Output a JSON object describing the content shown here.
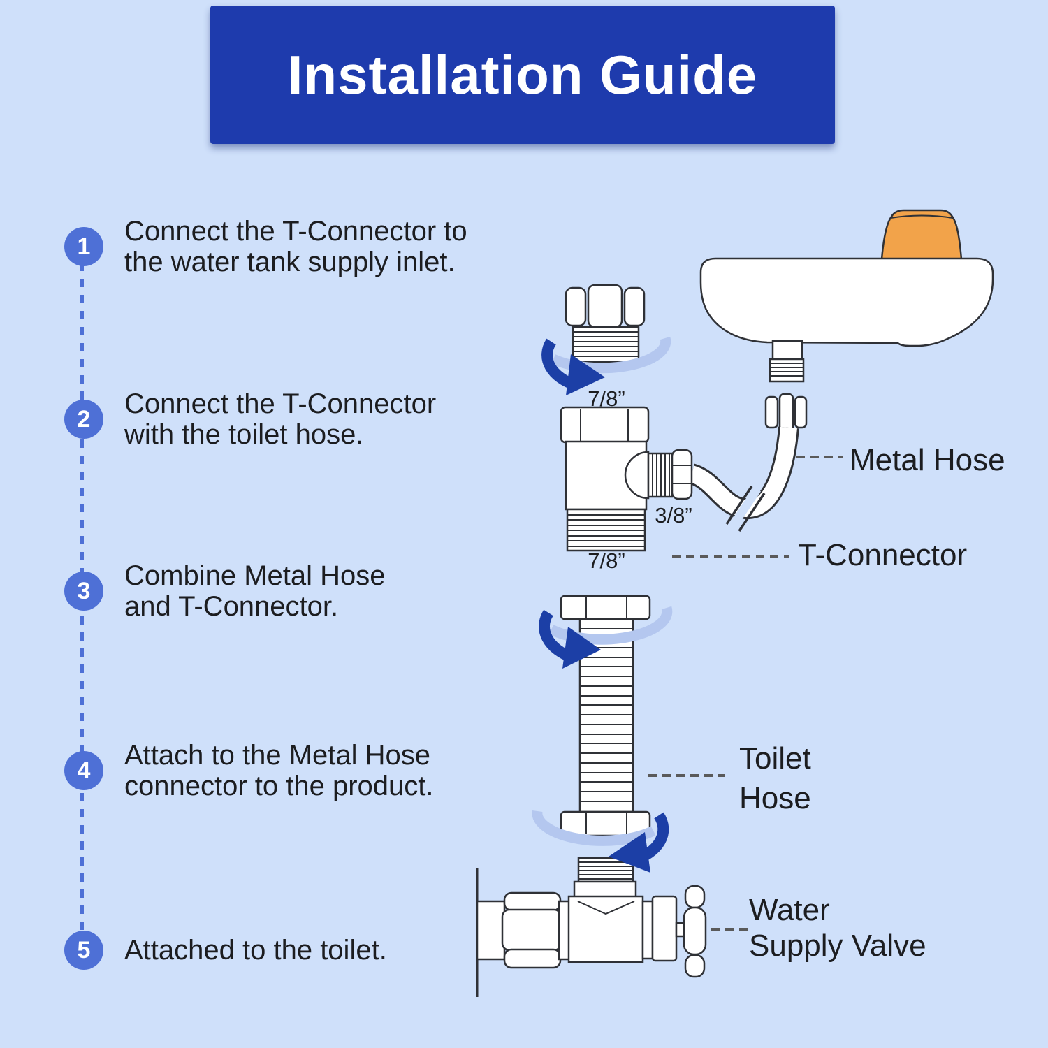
{
  "header": {
    "title": "Installation Guide"
  },
  "steps": [
    {
      "num": "1",
      "line1": "Connect the T-Connector to",
      "line2": "the water tank supply inlet."
    },
    {
      "num": "2",
      "line1": "Connect the T-Connector",
      "line2": "with the toilet hose."
    },
    {
      "num": "3",
      "line1": "Combine Metal Hose",
      "line2": "and T-Connector."
    },
    {
      "num": "4",
      "line1": "Attach to the Metal Hose",
      "line2": "connector to the product."
    },
    {
      "num": "5",
      "line1": "Attached to the toilet.",
      "line2": ""
    }
  ],
  "diagram": {
    "labels": {
      "metal_hose": "Metal Hose",
      "t_connector": "T-Connector",
      "toilet_hose_line1": "Toilet",
      "toilet_hose_line2": "Hose",
      "water_valve_line1": "Water",
      "water_valve_line2": "Supply Valve",
      "size_top": "7/8”",
      "size_side": "3/8”",
      "size_bottom": "7/8”"
    }
  },
  "colors": {
    "background": "#cfe0fa",
    "header_bg": "#1e3bad",
    "accent_circle": "#4e70d6",
    "arrow_dark": "#1c3fa6",
    "arrow_light": "#b4c7ef",
    "knob_orange": "#f2a34a",
    "outline": "#2f3136",
    "label_dash": "#5a5a5a",
    "text": "#1c1d20"
  }
}
